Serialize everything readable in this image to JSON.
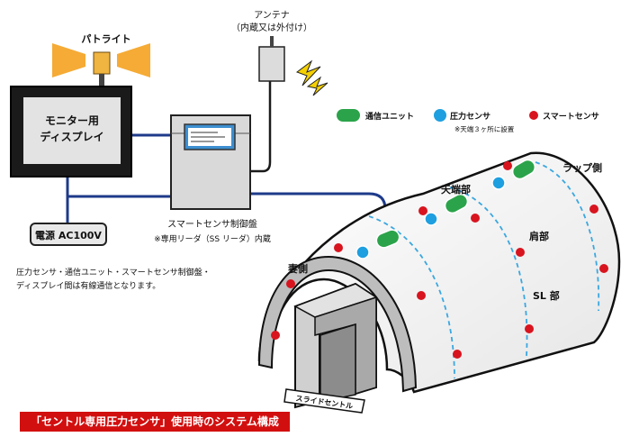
{
  "labels": {
    "patlite": "パトライト",
    "antenna_line1": "アンテナ",
    "antenna_line2": "（内蔵又は外付け）",
    "monitor_line1": "モニター用",
    "monitor_line2": "ディスプレイ",
    "power": "電源 AC100V",
    "panel_title": "スマートセンサ制御盤",
    "panel_note": "※専用リーダ（SS リーダ）内蔵",
    "wired_note_line1": "圧力センサ・通信ユニット・スマートセンサ制御盤・",
    "wired_note_line2": "ディスプレイ間は有線通信となります。",
    "lap_side": "ラップ側",
    "crown": "天端部",
    "shoulder": "肩部",
    "sl": "SL 部",
    "wall_side": "妻側",
    "slide_form": "スライドセントル",
    "caption": "「セントル専用圧力センサ」使用時のシステム構成"
  },
  "legend": [
    {
      "label": "通信ユニット",
      "color": "#2ba34a",
      "shape": "pill"
    },
    {
      "label": "圧力センサ",
      "color": "#1e9fe0",
      "shape": "circle",
      "note": "※天端３ヶ所に設置"
    },
    {
      "label": "スマートセンサ",
      "color": "#d8141f",
      "shape": "dot"
    }
  ],
  "colors": {
    "cable": "#1d3a8a",
    "monitor_bezel": "#1a1a1a",
    "lamp_orange": "#f39c12",
    "lightning": "#f5d000",
    "tunnel_body": "#f2f2f2",
    "ring_dash": "#3aa7e0"
  }
}
